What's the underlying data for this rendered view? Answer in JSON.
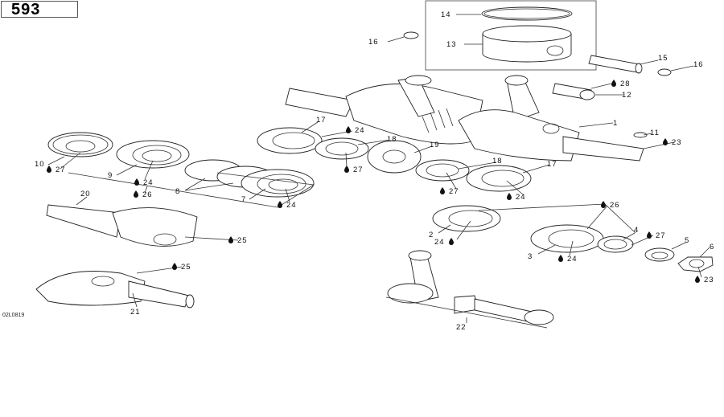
{
  "page_number": "593",
  "drawing_code": "02L0819",
  "callouts": [
    {
      "label": "14",
      "lube": false
    },
    {
      "label": "13",
      "lube": false
    },
    {
      "label": "16",
      "lube": false
    },
    {
      "label": "15",
      "lube": false
    },
    {
      "label": "16",
      "lube": false
    },
    {
      "label": "28",
      "lube": true
    },
    {
      "label": "12",
      "lube": false
    },
    {
      "label": "1",
      "lube": false
    },
    {
      "label": "11",
      "lube": false
    },
    {
      "label": "23",
      "lube": true
    },
    {
      "label": "17",
      "lube": false
    },
    {
      "label": "24",
      "lube": true
    },
    {
      "label": "18",
      "lube": false
    },
    {
      "label": "19",
      "lube": false
    },
    {
      "label": "27",
      "lube": true
    },
    {
      "label": "18",
      "lube": false
    },
    {
      "label": "17",
      "lube": false
    },
    {
      "label": "27",
      "lube": true
    },
    {
      "label": "24",
      "lube": true
    },
    {
      "label": "10",
      "lube": false
    },
    {
      "label": "27",
      "lube": true
    },
    {
      "label": "9",
      "lube": false
    },
    {
      "label": "24",
      "lube": true
    },
    {
      "label": "26",
      "lube": true
    },
    {
      "label": "8",
      "lube": false
    },
    {
      "label": "7",
      "lube": false
    },
    {
      "label": "24",
      "lube": true
    },
    {
      "label": "20",
      "lube": false
    },
    {
      "label": "25",
      "lube": true
    },
    {
      "label": "25",
      "lube": true
    },
    {
      "label": "21",
      "lube": false
    },
    {
      "label": "22",
      "lube": false
    },
    {
      "label": "26",
      "lube": true
    },
    {
      "label": "2",
      "lube": false
    },
    {
      "label": "24",
      "lube": true
    },
    {
      "label": "4",
      "lube": false
    },
    {
      "label": "27",
      "lube": true
    },
    {
      "label": "5",
      "lube": false
    },
    {
      "label": "3",
      "lube": false
    },
    {
      "label": "24",
      "lube": true
    },
    {
      "label": "6",
      "lube": false
    },
    {
      "label": "23",
      "lube": true
    }
  ]
}
